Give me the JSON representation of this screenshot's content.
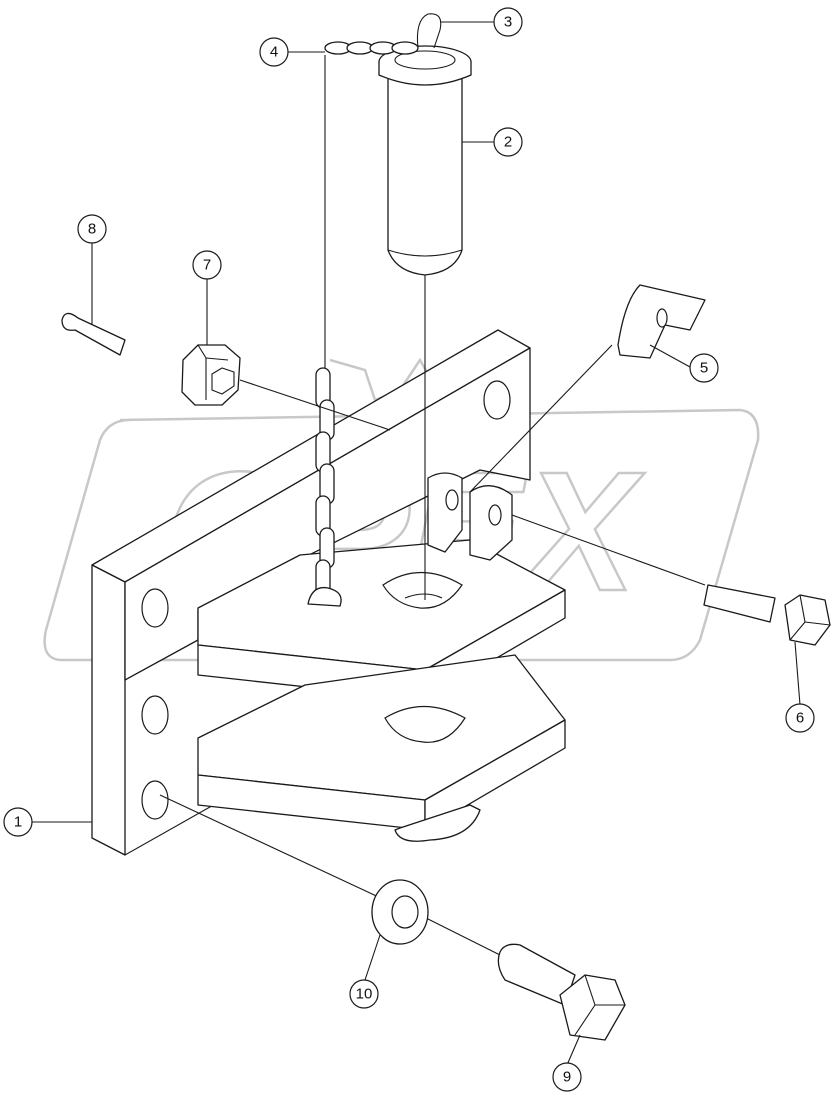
{
  "watermark": {
    "text": "OPEX"
  },
  "corner_code": "",
  "callouts": [
    {
      "id": "1",
      "label": "1"
    },
    {
      "id": "2",
      "label": "2"
    },
    {
      "id": "3",
      "label": "3"
    },
    {
      "id": "4",
      "label": "4"
    },
    {
      "id": "5",
      "label": "5"
    },
    {
      "id": "6",
      "label": "6"
    },
    {
      "id": "7",
      "label": "7"
    },
    {
      "id": "8",
      "label": "8"
    },
    {
      "id": "9",
      "label": "9"
    },
    {
      "id": "10",
      "label": "10"
    }
  ]
}
